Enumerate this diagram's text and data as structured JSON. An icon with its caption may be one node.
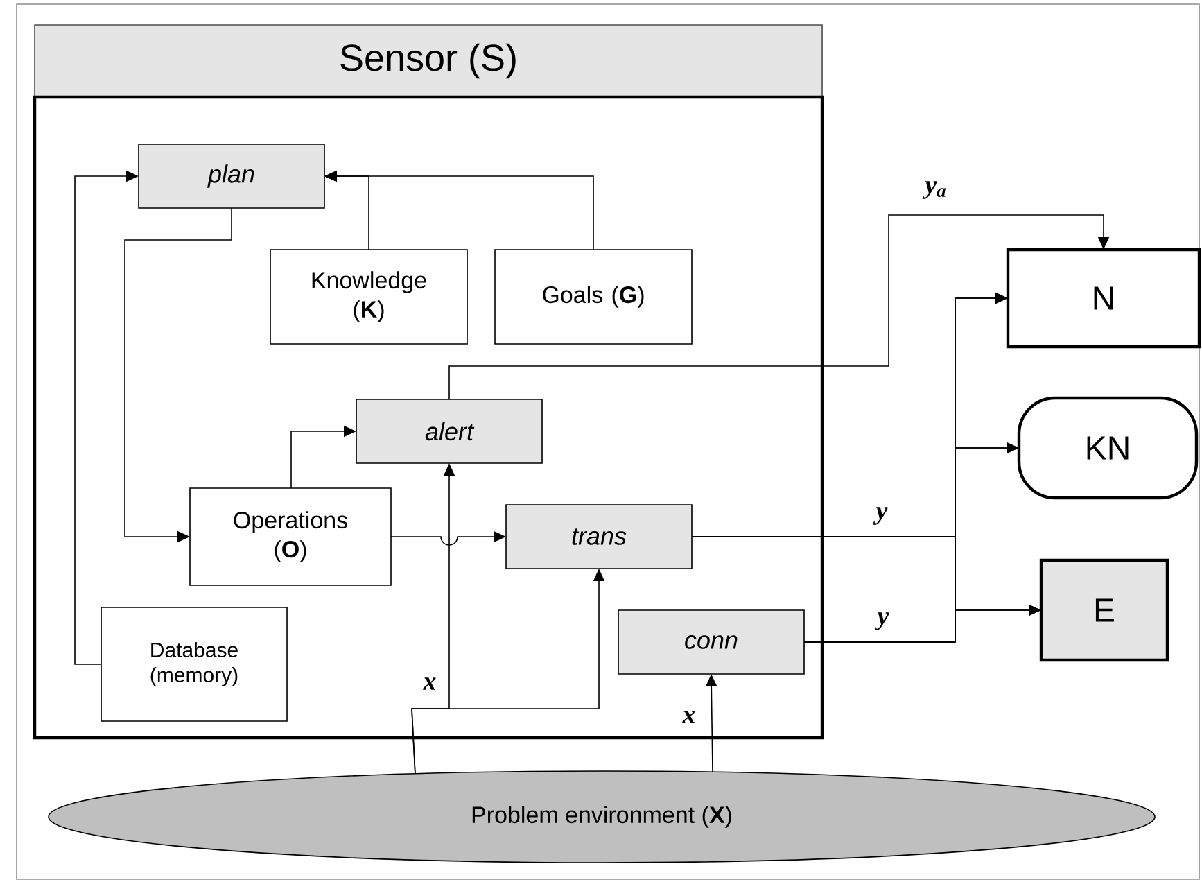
{
  "diagram": {
    "nodes": [
      {
        "text": [
          "Sensor (S)"
        ]
      },
      {
        "text": [
          "plan"
        ],
        "in": 0
      },
      {
        "text": [
          "Knowledge (**K**)"
        ],
        "in": 0
      },
      {
        "text": [
          "Goals (**G**)"
        ],
        "in": 0
      },
      {
        "text": [
          "alert"
        ],
        "in": 0
      },
      {
        "text": [
          "Operations (**O**)"
        ],
        "in": 0
      },
      {
        "text": [
          "trans"
        ],
        "in": 0
      },
      {
        "text": [
          "conn"
        ],
        "in": 0
      },
      {
        "text": [
          "Database (memory)"
        ],
        "in": 0
      },
      {
        "text": [
          "N"
        ]
      },
      {
        "text": [
          "KN"
        ]
      },
      {
        "text": [
          "E"
        ]
      },
      {
        "text": [
          "Problem environment (**X**)"
        ]
      }
    ],
    "edges": [
      {
        "from": 8,
        "to": 1,
        "arrow": "to"
      },
      {
        "from": 1,
        "to": 5,
        "arrow": "to"
      },
      {
        "from": 2,
        "to": 1,
        "arrow": "to"
      },
      {
        "from": 3,
        "to": 1,
        "arrow": "to"
      },
      {
        "from": 5,
        "to": 4,
        "arrow": "to"
      },
      {
        "from": 5,
        "to": 6,
        "arrow": "to"
      },
      {
        "from": 4,
        "to": 9,
        "arrow": "to",
        "label": "y$_{a}$"
      },
      {
        "from": 6,
        "to": 9,
        "arrow": "to",
        "label": "y"
      },
      {
        "from": 6,
        "to": 10,
        "arrow": "to"
      },
      {
        "from": 6,
        "to": 11,
        "arrow": "to"
      },
      {
        "from": 7,
        "to": 9,
        "arrow": "to"
      },
      {
        "from": 7,
        "to": 10,
        "arrow": "to"
      },
      {
        "from": 7,
        "to": 11,
        "arrow": "to",
        "label": "y"
      },
      {
        "from": 12,
        "to": 4,
        "arrow": "to",
        "label": "x"
      },
      {
        "from": 12,
        "to": 6,
        "arrow": "to"
      },
      {
        "from": 12,
        "to": 7,
        "arrow": "to",
        "label": "x"
      }
    ]
  }
}
